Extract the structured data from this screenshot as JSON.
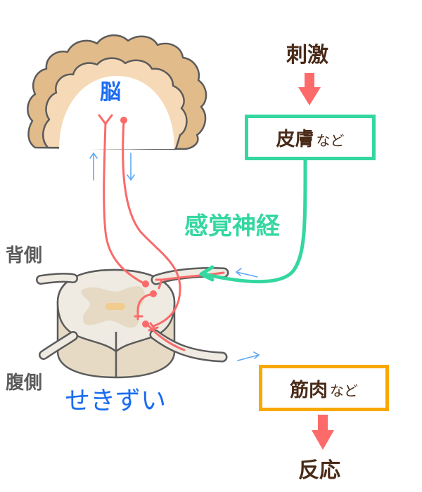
{
  "labels": {
    "brain": "脳",
    "stimulus": "刺激",
    "skin_box": {
      "main": "皮膚",
      "suffix": "など"
    },
    "sensory_nerve": "感覚神経",
    "dorsal": "背側",
    "ventral": "腹側",
    "spinal_cord": "せきずい",
    "muscle_box": {
      "main": "筋肉",
      "suffix": "など"
    },
    "response": "反応"
  },
  "colors": {
    "brain_label": "#1a6cf0",
    "spinal_cord_label": "#1a6cf0",
    "sensory_nerve": "#34d7a0",
    "skin_box_border": "#34d7a0",
    "muscle_box_border": "#f8a800",
    "flow_arrow": "#fd6a6a",
    "neuron": "#fa6a6a",
    "signal_arrow": "#5fa8f5",
    "text_dark": "#4a2a18",
    "text_gray": "#5b5b5b",
    "brain_outer": "#e2bb8a",
    "brain_inner": "#f6d9b6",
    "cord_white": "#efebe2",
    "cord_gray_matter": "#e6dac5",
    "central_canal": "#f0cc8e"
  }
}
